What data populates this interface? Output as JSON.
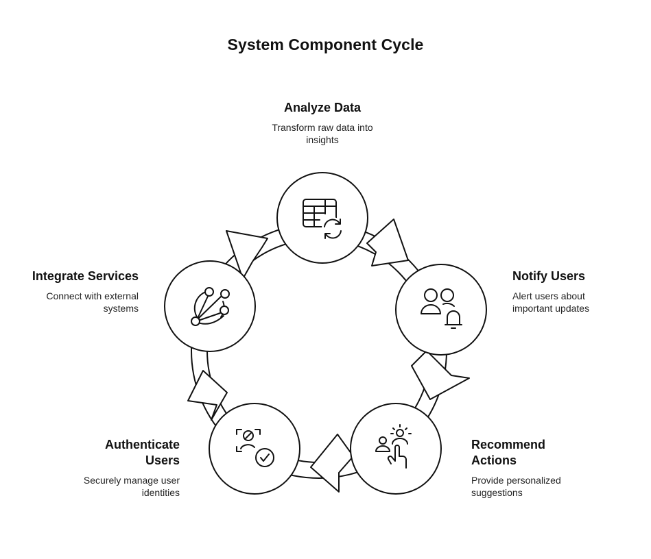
{
  "title": "System Component Cycle",
  "steps": [
    {
      "id": "analyze",
      "title": "Analyze Data",
      "description": "Transform raw data into insights",
      "icon": "table-refresh-icon"
    },
    {
      "id": "notify",
      "title": "Notify Users",
      "description": "Alert users about important updates",
      "icon": "users-bell-icon"
    },
    {
      "id": "recommend",
      "title": "Recommend Actions",
      "description": "Provide personalized suggestions",
      "icon": "users-pointer-icon"
    },
    {
      "id": "authenticate",
      "title": "Authenticate Users",
      "description": "Securely manage user identities",
      "icon": "face-scan-check-icon"
    },
    {
      "id": "integrate",
      "title": "Integrate Services",
      "description": "Connect with external systems",
      "icon": "network-nodes-icon"
    }
  ],
  "colors": {
    "stroke": "#111111",
    "background": "#ffffff",
    "text": "#111111"
  }
}
